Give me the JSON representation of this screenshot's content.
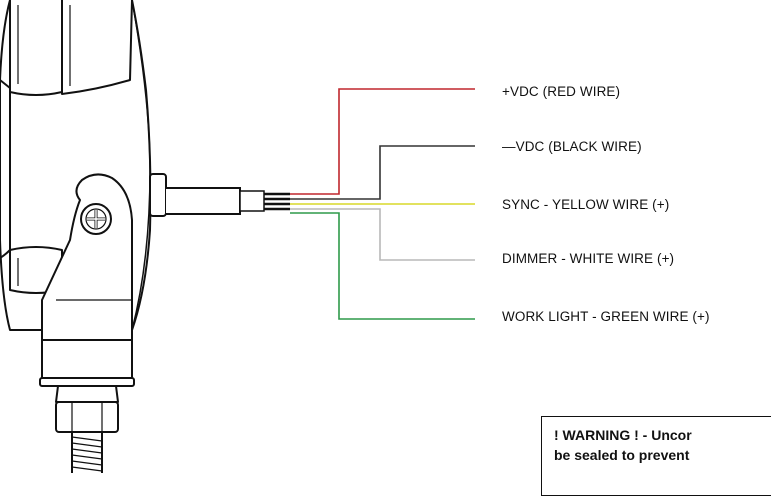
{
  "wires": [
    {
      "id": "pos",
      "label": "+VDC (RED WIRE)",
      "color": "#c0272d"
    },
    {
      "id": "neg",
      "label": "—VDC (BLACK WIRE)",
      "color": "#333333"
    },
    {
      "id": "sync",
      "label": "SYNC - YELLOW WIRE (+)",
      "color": "#d9d92a"
    },
    {
      "id": "dim",
      "label": "DIMMER - WHITE WIRE (+)",
      "color": "#b8b8b8"
    },
    {
      "id": "work",
      "label": "WORK LIGHT - GREEN WIRE (+)",
      "color": "#2e9a4a"
    }
  ],
  "warning": {
    "line1": "! WARNING ! - Uncor",
    "line2": "be sealed to prevent"
  }
}
